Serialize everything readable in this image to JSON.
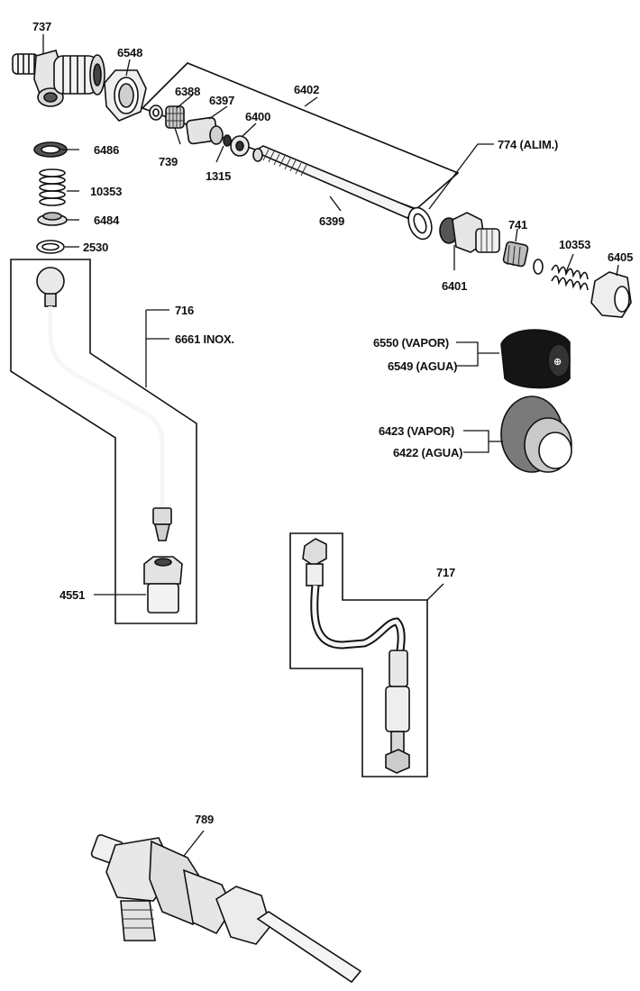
{
  "parts": {
    "p737": "737",
    "p6548": "6548",
    "p6402": "6402",
    "p6388": "6388",
    "p6397": "6397",
    "p6400": "6400",
    "p739": "739",
    "p1315": "1315",
    "p774": "774 (ALIM.)",
    "p6486": "6486",
    "p10353a": "10353",
    "p6484": "6484",
    "p2530": "2530",
    "p6399": "6399",
    "p741": "741",
    "p10353b": "10353",
    "p6405": "6405",
    "p6401": "6401",
    "p716": "716",
    "p6661": "6661 INOX.",
    "p6550": "6550 (VAPOR)",
    "p6549": "6549 (AGUA)",
    "p6423": "6423 (VAPOR)",
    "p6422": "6422 (AGUA)",
    "p4551": "4551",
    "p717": "717",
    "p789": "789"
  },
  "colors": {
    "ink": "#111111",
    "paper": "#ffffff",
    "shade": "#8a8a8a"
  }
}
